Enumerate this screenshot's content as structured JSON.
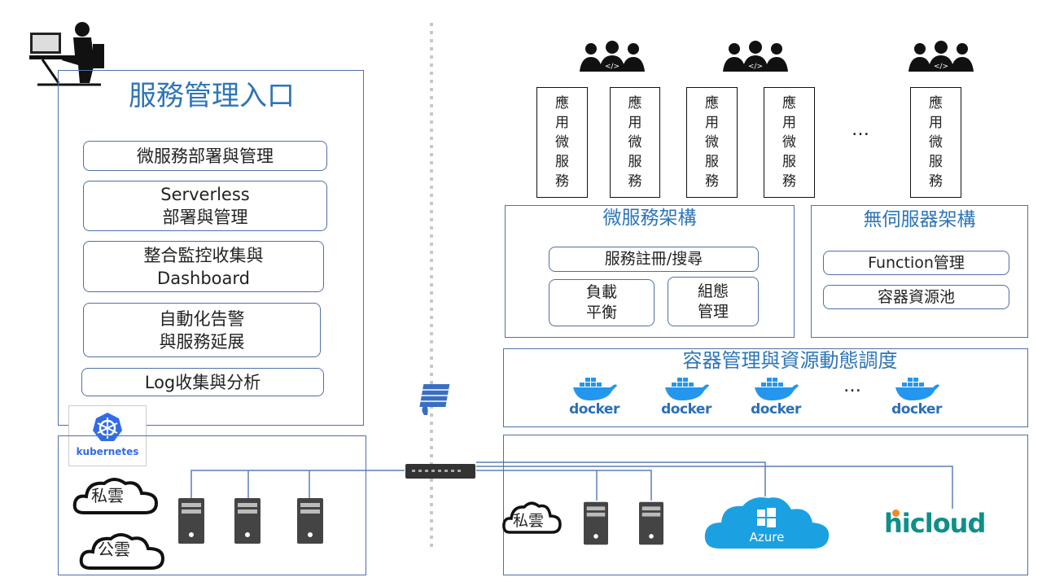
{
  "left": {
    "title": "服務管理入口",
    "items": [
      {
        "line1": "微服務部署與管理",
        "line2": ""
      },
      {
        "line1": "Serverless",
        "line2": "部署與管理"
      },
      {
        "line1": "整合監控收集與",
        "line2": "Dashboard"
      },
      {
        "line1": "自動化告警",
        "line2": "與服務延展"
      },
      {
        "line1": "Log收集與分析",
        "line2": ""
      }
    ],
    "kubernetes_label": "kubernetes",
    "private_cloud": "私雲",
    "public_cloud": "公雲"
  },
  "right": {
    "microservices": [
      [
        "應",
        "用",
        "微",
        "服",
        "務"
      ],
      [
        "應",
        "用",
        "微",
        "服",
        "務"
      ],
      [
        "應",
        "用",
        "微",
        "服",
        "務"
      ],
      [
        "應",
        "用",
        "微",
        "服",
        "務"
      ],
      [
        "應",
        "用",
        "微",
        "服",
        "務"
      ]
    ],
    "ellipsis": "…",
    "microservice_arch": {
      "title": "微服務架構",
      "registry": "服務註冊/搜尋",
      "load_balance": [
        "負載",
        "平衡"
      ],
      "config": [
        "組態",
        "管理"
      ]
    },
    "serverless_arch": {
      "title": "無伺服器架構",
      "function": "Function管理",
      "pool": "容器資源池"
    },
    "container": {
      "title": "容器管理與資源動態調度",
      "docker_label": "docker",
      "ellipsis": "…"
    },
    "infra": {
      "private_cloud": "私雲",
      "azure": "Azure",
      "hicloud": "hicloud"
    }
  },
  "colors": {
    "accent": "#2e75b6",
    "frame": "#4f6fa8",
    "docker": "#2496ed",
    "azure": "#1ba1e2",
    "hicloud": "#0f8f8a"
  }
}
